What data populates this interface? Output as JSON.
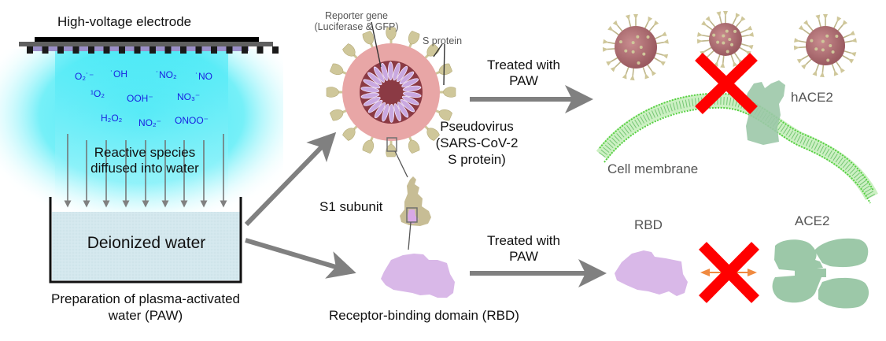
{
  "plasma": {
    "electrode_label": "High-voltage electrode",
    "species": [
      "O₂˙⁻",
      "˙OH",
      "˙NO₂",
      "˙NO",
      "¹O₂",
      "OOH⁻",
      "NO₃⁻",
      "H₂O₂",
      "NO₂⁻",
      "ONOO⁻"
    ],
    "diffusion_label_line1": "Reactive species",
    "diffusion_label_line2": "diffused into water",
    "container_label": "Deionized water",
    "caption_line1": "Preparation of plasma-activated",
    "caption_line2": "water (PAW)"
  },
  "pseudovirus": {
    "reporter_label_line1": "Reporter gene",
    "reporter_label_line2": "(Luciferase & GFP)",
    "s_protein_label": "S protein",
    "name_line1": "Pseudovirus",
    "name_line2": "(SARS-CoV-2",
    "name_line3": "S protein)"
  },
  "s1": {
    "label": "S1 subunit"
  },
  "rbd": {
    "caption": "Receptor-binding domain (RBD)"
  },
  "top_treatment": {
    "line1": "Treated with",
    "line2": "PAW"
  },
  "bottom_treatment": {
    "line1": "Treated with",
    "line2": "PAW"
  },
  "cell_outcome": {
    "receptor_label": "hACE2",
    "membrane_label": "Cell membrane"
  },
  "rbd_outcome": {
    "rbd_label": "RBD",
    "ace2_label": "ACE2"
  },
  "colors": {
    "plasma_glow": "#33e6f5",
    "species_text": "#1a22e0",
    "water": "#d4e8ee",
    "arrow": "#808080",
    "virus_envelope": "#e8a6a6",
    "virus_core": "#8b3a44",
    "spike": "#cfc79a",
    "reporter": "#c9a8e0",
    "rbd": "#d9b8e8",
    "ace2": "#9cc8a8",
    "membrane": "#55d040",
    "block_x": "#ff0000",
    "interaction_arrow": "#f08a40"
  }
}
